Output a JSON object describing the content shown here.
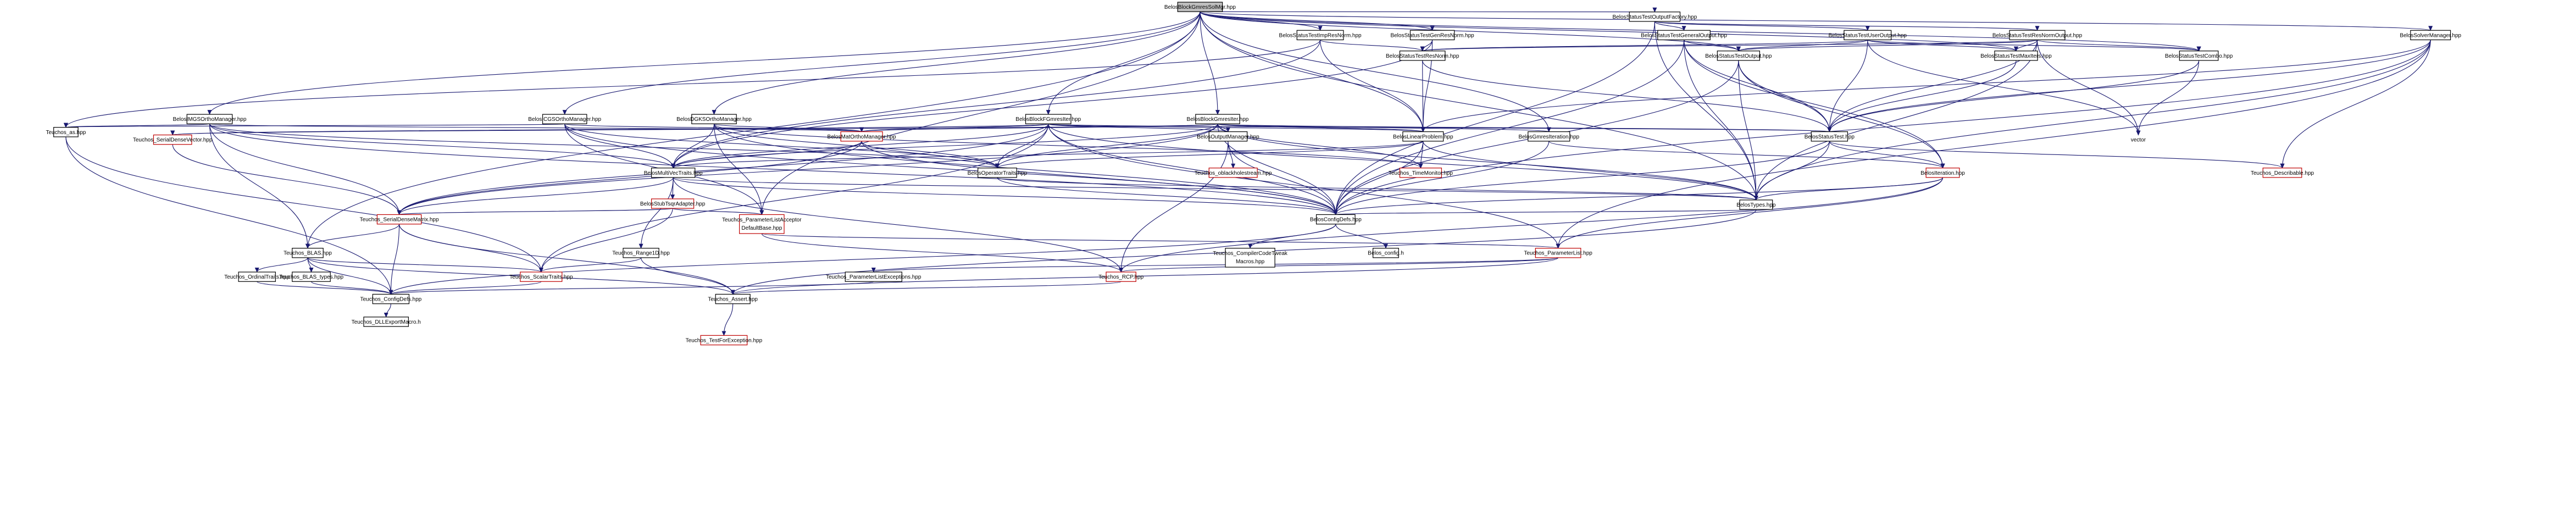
{
  "title": "BelosBlockGmresSolMgr.hpp",
  "colors": {
    "edge": "#191970",
    "external_border": "#bf0000",
    "root_fill": "#bfbfbf",
    "node_border": "#000000"
  },
  "nodes": [
    {
      "id": "root",
      "label": "BelosBlockGmresSolMgr.hpp",
      "kind": "root"
    },
    {
      "id": "cfgdefs",
      "label": "BelosConfigDefs.hpp"
    },
    {
      "id": "types",
      "label": "BelosTypes.hpp"
    },
    {
      "id": "lp",
      "label": "BelosLinearProblem.hpp"
    },
    {
      "id": "iter",
      "label": "BelosIteration.hpp",
      "kind": "ext"
    },
    {
      "id": "ooo",
      "label": "BelosOperatorTraits.hpp"
    },
    {
      "id": "mvt",
      "label": "BelosMultiVecTraits.hpp"
    },
    {
      "id": "stat",
      "label": "BelosStatusTest.hpp"
    },
    {
      "id": "solmgr",
      "label": "BelosSolverManager.hpp"
    },
    {
      "id": "gmresiter",
      "label": "BelosGmresIteration.hpp"
    },
    {
      "id": "bgi",
      "label": "BelosBlockGmresIter.hpp"
    },
    {
      "id": "bfgi",
      "label": "BelosBlockFGmresIter.hpp"
    },
    {
      "id": "dgks",
      "label": "BelosDGKSOrthoManager.hpp"
    },
    {
      "id": "icgs",
      "label": "BelosICGSOrthoManager.hpp"
    },
    {
      "id": "imgs",
      "label": "BelosIMGSOrthoManager.hpp"
    },
    {
      "id": "sto",
      "label": "BelosStatusTestMaxIters.hpp"
    },
    {
      "id": "stgr",
      "label": "BelosStatusTestGenResNorm.hpp"
    },
    {
      "id": "stir",
      "label": "BelosStatusTestImpResNorm.hpp"
    },
    {
      "id": "stcombo",
      "label": "BelosStatusTestCombo.hpp"
    },
    {
      "id": "stout",
      "label": "BelosStatusTestOutput.hpp"
    },
    {
      "id": "stoutf",
      "label": "BelosStatusTestOutputFactory.hpp"
    },
    {
      "id": "stgo",
      "label": "BelosStatusTestGeneralOutput.hpp"
    },
    {
      "id": "stuo",
      "label": "BelosStatusTestUserOutput.hpp"
    },
    {
      "id": "strno",
      "label": "BelosStatusTestResNormOutput.hpp"
    },
    {
      "id": "strn",
      "label": "BelosStatusTestResNorm.hpp"
    },
    {
      "id": "outmgr",
      "label": "BelosOutputManager.hpp"
    },
    {
      "id": "orthomgr",
      "label": "BelosMatOrthoManager.hpp",
      "kind": "ext"
    },
    {
      "id": "stubtsqr",
      "label": "BelosStubTsqrAdapter.hpp",
      "kind": "ext"
    },
    {
      "id": "pla",
      "label": "Teuchos_ParameterListAcceptor DefaultBase.hpp",
      "kind": "ext"
    },
    {
      "id": "timemon",
      "label": "Teuchos_TimeMonitor.hpp",
      "kind": "ext"
    },
    {
      "id": "oblack",
      "label": "Teuchos_oblackholestream.hpp",
      "kind": "ext"
    },
    {
      "id": "sdv",
      "label": "Teuchos_SerialDenseVector.hpp",
      "kind": "ext"
    },
    {
      "id": "sdm",
      "label": "Teuchos_SerialDenseMatrix.hpp",
      "kind": "ext"
    },
    {
      "id": "lapack",
      "label": "Teuchos_as.hpp"
    },
    {
      "id": "blas",
      "label": "Teuchos_BLAS.hpp"
    },
    {
      "id": "ordtr",
      "label": "Teuchos_OrdinalTraits.hpp"
    },
    {
      "id": "blastypes",
      "label": "Teuchos_BLAS_types.hpp"
    },
    {
      "id": "scalar",
      "label": "Teuchos_ScalarTraits.hpp",
      "kind": "ext"
    },
    {
      "id": "range",
      "label": "Teuchos_Range1D.hpp"
    },
    {
      "id": "tcfg",
      "label": "Teuchos_ConfigDefs.hpp"
    },
    {
      "id": "dll",
      "label": "Teuchos_DLLExportMacro.h"
    },
    {
      "id": "assert",
      "label": "Teuchos_Assert.hpp"
    },
    {
      "id": "testfor",
      "label": "Teuchos_TestForException.hpp",
      "kind": "ext"
    },
    {
      "id": "rcp",
      "label": "Teuchos_RCP.hpp",
      "kind": "ext"
    },
    {
      "id": "plexc",
      "label": "Teuchos_ParameterListExceptions.hpp"
    },
    {
      "id": "plist",
      "label": "Teuchos_ParameterList.hpp",
      "kind": "ext"
    },
    {
      "id": "cctw",
      "label": "Teuchos_CompilerCodeTweak Macros.hpp"
    },
    {
      "id": "belosconfig",
      "label": "Belos_config.h"
    },
    {
      "id": "descr",
      "label": "Teuchos_Describable.hpp",
      "kind": "ext"
    },
    {
      "id": "vector",
      "label": "vector",
      "kind": "plain"
    }
  ],
  "edges": [
    [
      "root",
      "stoutf"
    ],
    [
      "root",
      "stir"
    ],
    [
      "root",
      "stgr"
    ],
    [
      "root",
      "bfgi"
    ],
    [
      "root",
      "bgi"
    ],
    [
      "root",
      "imgs"
    ],
    [
      "root",
      "icgs"
    ],
    [
      "root",
      "dgks"
    ],
    [
      "root",
      "gmresiter"
    ],
    [
      "root",
      "solmgr"
    ],
    [
      "root",
      "stcombo"
    ],
    [
      "root",
      "sto"
    ],
    [
      "root",
      "stout"
    ],
    [
      "root",
      "lp"
    ],
    [
      "root",
      "blas"
    ],
    [
      "root",
      "types"
    ],
    [
      "root",
      "pla"
    ],
    [
      "stoutf",
      "stgo"
    ],
    [
      "stoutf",
      "stuo"
    ],
    [
      "stoutf",
      "strno"
    ],
    [
      "stoutf",
      "cfgdefs"
    ],
    [
      "stoutf",
      "types"
    ],
    [
      "stgo",
      "stout"
    ],
    [
      "stgo",
      "stat"
    ],
    [
      "stgo",
      "cfgdefs"
    ],
    [
      "stgo",
      "types"
    ],
    [
      "stgo",
      "iter"
    ],
    [
      "stuo",
      "stout"
    ],
    [
      "stuo",
      "stat"
    ],
    [
      "stuo",
      "stcombo"
    ],
    [
      "stuo",
      "sto"
    ],
    [
      "stuo",
      "strn"
    ],
    [
      "stuo",
      "vector"
    ],
    [
      "strno",
      "stout"
    ],
    [
      "strno",
      "stat"
    ],
    [
      "strno",
      "stcombo"
    ],
    [
      "strno",
      "sto"
    ],
    [
      "strno",
      "strn"
    ],
    [
      "strno",
      "vector"
    ],
    [
      "strno",
      "types"
    ],
    [
      "stout",
      "stat"
    ],
    [
      "stout",
      "iter"
    ],
    [
      "stout",
      "types"
    ],
    [
      "stout",
      "cfgdefs"
    ],
    [
      "stcombo",
      "stat"
    ],
    [
      "stcombo",
      "vector"
    ],
    [
      "sto",
      "stat"
    ],
    [
      "stir",
      "strn"
    ],
    [
      "stir",
      "lp"
    ],
    [
      "stir",
      "mvt"
    ],
    [
      "stir",
      "lapack"
    ],
    [
      "stgr",
      "strn"
    ],
    [
      "stgr",
      "lp"
    ],
    [
      "stgr",
      "mvt"
    ],
    [
      "strn",
      "stat"
    ],
    [
      "strn",
      "lp"
    ],
    [
      "stat",
      "types"
    ],
    [
      "stat",
      "iter"
    ],
    [
      "stat",
      "descr"
    ],
    [
      "stat",
      "cfgdefs"
    ],
    [
      "solmgr",
      "stat"
    ],
    [
      "solmgr",
      "lp"
    ],
    [
      "solmgr",
      "types"
    ],
    [
      "solmgr",
      "descr"
    ],
    [
      "solmgr",
      "cfgdefs"
    ],
    [
      "solmgr",
      "plist"
    ],
    [
      "iter",
      "types"
    ],
    [
      "iter",
      "cfgdefs"
    ],
    [
      "iter",
      "plist"
    ],
    [
      "iter",
      "rcp"
    ],
    [
      "gmresiter",
      "iter"
    ],
    [
      "gmresiter",
      "cfgdefs"
    ],
    [
      "bgi",
      "lp"
    ],
    [
      "bgi",
      "mvt"
    ],
    [
      "bgi",
      "ooo"
    ],
    [
      "bgi",
      "outmgr"
    ],
    [
      "bgi",
      "stat"
    ],
    [
      "bgi",
      "orthomgr"
    ],
    [
      "bgi",
      "sdm"
    ],
    [
      "bgi",
      "sdv"
    ],
    [
      "bgi",
      "timemon"
    ],
    [
      "bgi",
      "cfgdefs"
    ],
    [
      "bgi",
      "gmresiter"
    ],
    [
      "bgi",
      "types"
    ],
    [
      "bfgi",
      "lp"
    ],
    [
      "bfgi",
      "mvt"
    ],
    [
      "bfgi",
      "ooo"
    ],
    [
      "bfgi",
      "outmgr"
    ],
    [
      "bfgi",
      "stat"
    ],
    [
      "bfgi",
      "orthomgr"
    ],
    [
      "bfgi",
      "sdm"
    ],
    [
      "bfgi",
      "sdv"
    ],
    [
      "bfgi",
      "cfgdefs"
    ],
    [
      "bfgi",
      "types"
    ],
    [
      "bfgi",
      "scalar"
    ],
    [
      "bfgi",
      "plist"
    ],
    [
      "dgks",
      "orthomgr"
    ],
    [
      "dgks",
      "mvt"
    ],
    [
      "dgks",
      "ooo"
    ],
    [
      "dgks",
      "cfgdefs"
    ],
    [
      "dgks",
      "pla"
    ],
    [
      "dgks",
      "timemon"
    ],
    [
      "icgs",
      "orthomgr"
    ],
    [
      "icgs",
      "mvt"
    ],
    [
      "icgs",
      "ooo"
    ],
    [
      "icgs",
      "cfgdefs"
    ],
    [
      "icgs",
      "pla"
    ],
    [
      "icgs",
      "lapack"
    ],
    [
      "imgs",
      "orthomgr"
    ],
    [
      "imgs",
      "mvt"
    ],
    [
      "imgs",
      "ooo"
    ],
    [
      "imgs",
      "cfgdefs"
    ],
    [
      "imgs",
      "lapack"
    ],
    [
      "imgs",
      "sdm"
    ],
    [
      "imgs",
      "blas"
    ],
    [
      "orthomgr",
      "mvt"
    ],
    [
      "orthomgr",
      "ooo"
    ],
    [
      "orthomgr",
      "cfgdefs"
    ],
    [
      "orthomgr",
      "sdm"
    ],
    [
      "lp",
      "mvt"
    ],
    [
      "lp",
      "ooo"
    ],
    [
      "lp",
      "timemon"
    ],
    [
      "lp",
      "types"
    ],
    [
      "lp",
      "cfgdefs"
    ],
    [
      "outmgr",
      "cfgdefs"
    ],
    [
      "outmgr",
      "oblack"
    ],
    [
      "outmgr",
      "rcp"
    ],
    [
      "ooo",
      "cfgdefs"
    ],
    [
      "ooo",
      "types"
    ],
    [
      "mvt",
      "cfgdefs"
    ],
    [
      "mvt",
      "types"
    ],
    [
      "mvt",
      "stubtsqr"
    ],
    [
      "mvt",
      "sdm"
    ],
    [
      "mvt",
      "range"
    ],
    [
      "mvt",
      "rcp"
    ],
    [
      "stubtsqr",
      "pla"
    ],
    [
      "stubtsqr",
      "sdm"
    ],
    [
      "stubtsqr",
      "scalar"
    ],
    [
      "types",
      "cfgdefs"
    ],
    [
      "types",
      "assert"
    ],
    [
      "cfgdefs",
      "cctw"
    ],
    [
      "cfgdefs",
      "belosconfig"
    ],
    [
      "cfgdefs",
      "tcfg"
    ],
    [
      "pla",
      "plist"
    ],
    [
      "pla",
      "rcp"
    ],
    [
      "plist",
      "plexc"
    ],
    [
      "plist",
      "rcp"
    ],
    [
      "plist",
      "assert"
    ],
    [
      "plexc",
      "tcfg"
    ],
    [
      "rcp",
      "assert"
    ],
    [
      "assert",
      "testfor"
    ],
    [
      "sdv",
      "sdm"
    ],
    [
      "sdm",
      "blas"
    ],
    [
      "sdm",
      "scalar"
    ],
    [
      "sdm",
      "assert"
    ],
    [
      "sdm",
      "tcfg"
    ],
    [
      "lapack",
      "scalar"
    ],
    [
      "lapack",
      "tcfg"
    ],
    [
      "blas",
      "ordtr"
    ],
    [
      "blas",
      "blastypes"
    ],
    [
      "blas",
      "scalar"
    ],
    [
      "blas",
      "tcfg"
    ],
    [
      "blas",
      "assert"
    ],
    [
      "ordtr",
      "tcfg"
    ],
    [
      "blastypes",
      "tcfg"
    ],
    [
      "range",
      "assert"
    ],
    [
      "range",
      "scalar"
    ],
    [
      "scalar",
      "tcfg"
    ],
    [
      "tcfg",
      "dll"
    ]
  ]
}
